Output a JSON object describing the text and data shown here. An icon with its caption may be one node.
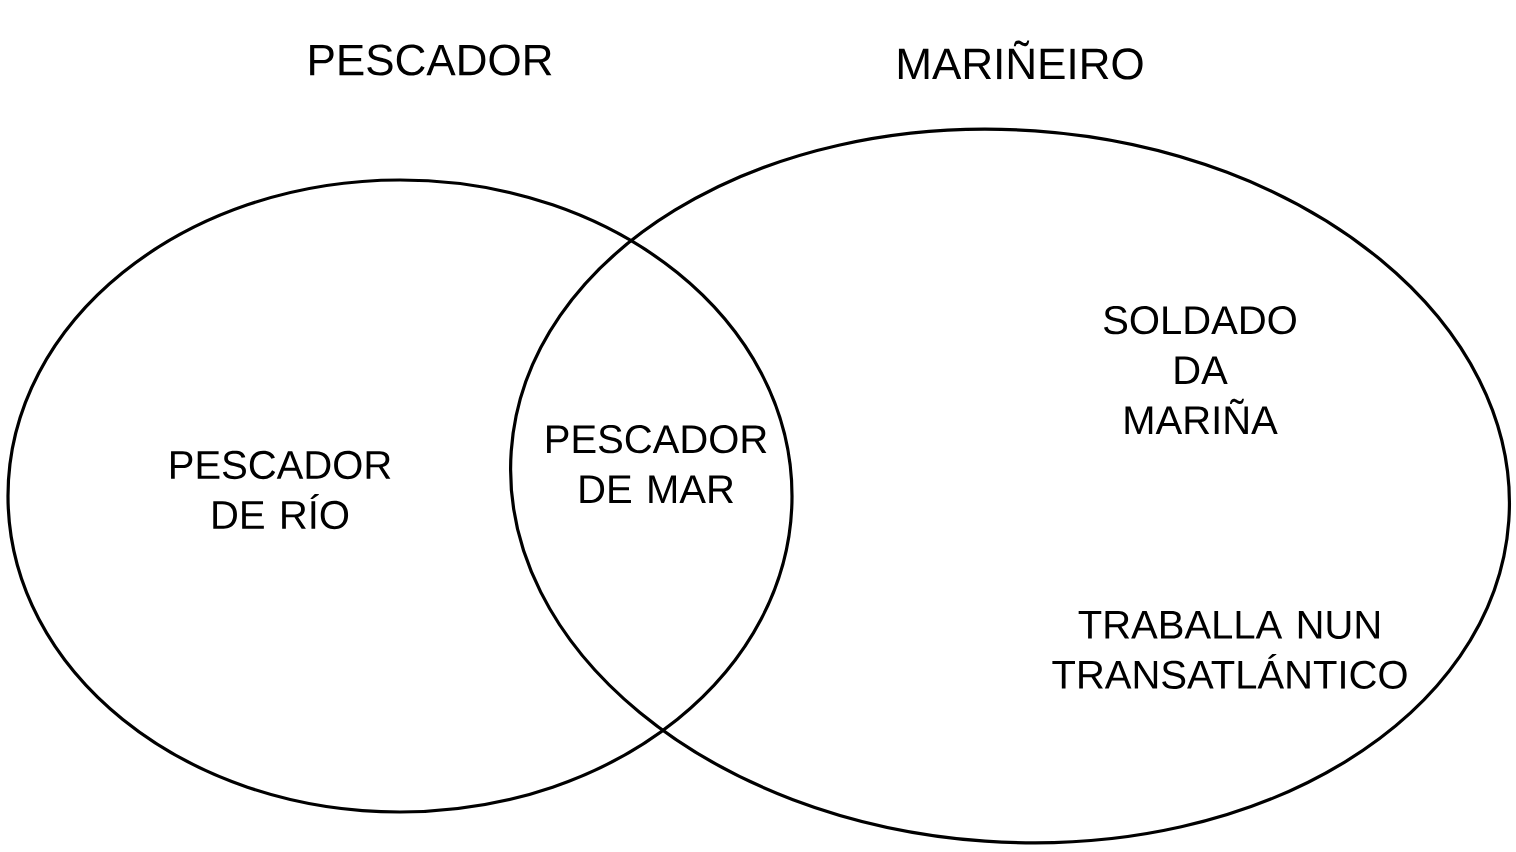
{
  "diagram": {
    "nodes": [
      {
        "text": [
          "PESCADOR",
          "PESCADOR DE RÍO"
        ]
      },
      {
        "text": [
          "MARIÑEIRO",
          "SOLDADO DA MARIÑA",
          "TRABALLA NUN TRANSATLÁNTICO"
        ]
      }
    ],
    "labels": [
      "PESCADOR DE MAR"
    ]
  }
}
